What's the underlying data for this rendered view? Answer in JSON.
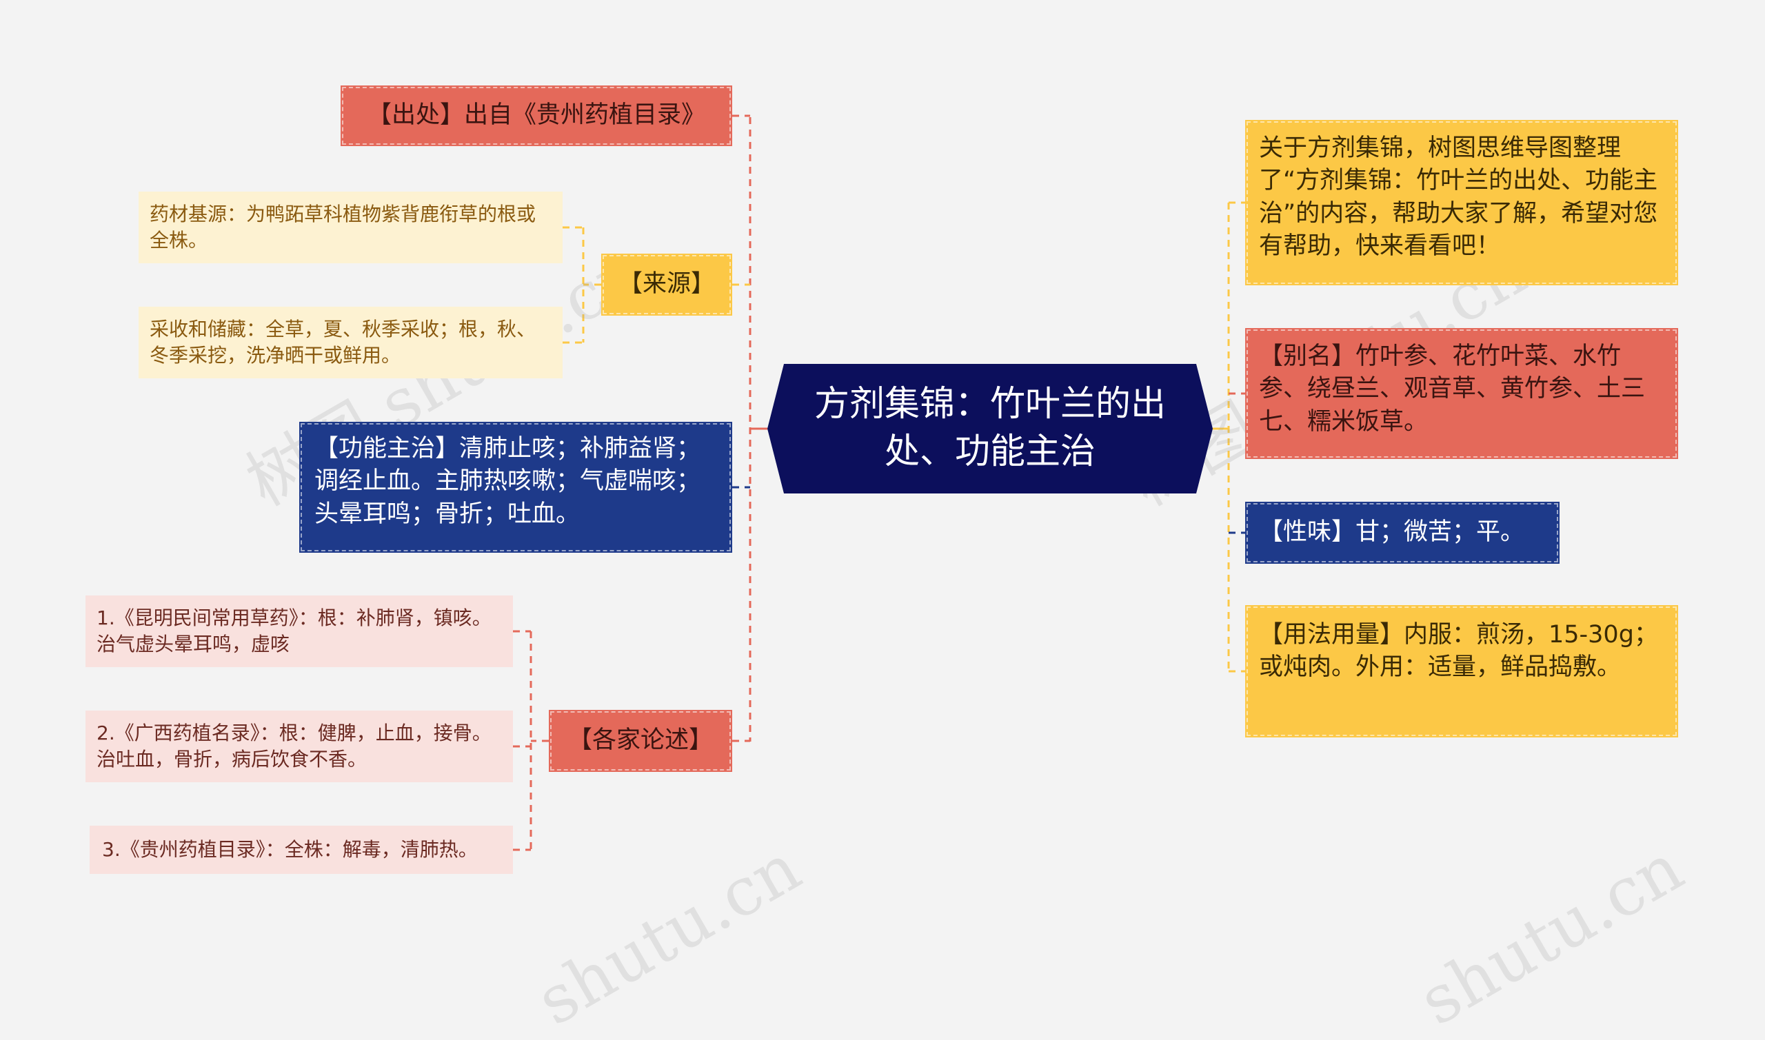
{
  "center": {
    "title": "方剂集锦：竹叶兰的出处、功能主治"
  },
  "left": {
    "source": {
      "label": "【出处】出自《贵州药植目录》"
    },
    "origin": {
      "label": "【来源】",
      "children": [
        "药材基源：为鸭跖草科植物紫背鹿衔草的根或全株。",
        "采收和储藏：全草，夏、秋季采收；根，秋、冬季采挖，洗净晒干或鲜用。"
      ]
    },
    "function": {
      "label": "【功能主治】清肺止咳；补肺益肾；调经止血。主肺热咳嗽；气虚喘咳；头晕耳鸣；骨折；吐血。"
    },
    "discussion": {
      "label": "【各家论述】",
      "children": [
        "1.《昆明民间常用草药》：根：补肺肾，镇咳。治气虚头晕耳鸣，虚咳",
        "2.《广西药植名录》：根：健脾，止血，接骨。治吐血，骨折，病后饮食不香。",
        "3.《贵州药植目录》：全株：解毒，清肺热。"
      ]
    }
  },
  "right": {
    "intro": "关于方剂集锦，树图思维导图整理了“方剂集锦：竹叶兰的出处、功能主治”的内容，帮助大家了解，希望对您有帮助，快来看看吧！",
    "alias": "【别名】竹叶参、花竹叶菜、水竹参、绕昼兰、观音草、黄竹参、土三七、糯米饭草。",
    "taste": "【性味】甘；微苦；平。",
    "usage": "【用法用量】内服：煎汤，15-30g；或炖肉。外用：适量，鲜品捣敷。"
  },
  "watermarks": [
    "树图 shutu.cn",
    "树图 shutu.cn",
    "shutu.cn",
    "shutu.cn"
  ],
  "colors": {
    "center": "#0c0f5c",
    "red": "#e4695a",
    "yellow": "#fcc846",
    "navy": "#1e3a8a",
    "pale_yellow": "#fdf2d2",
    "pale_red": "#f9e1de"
  }
}
